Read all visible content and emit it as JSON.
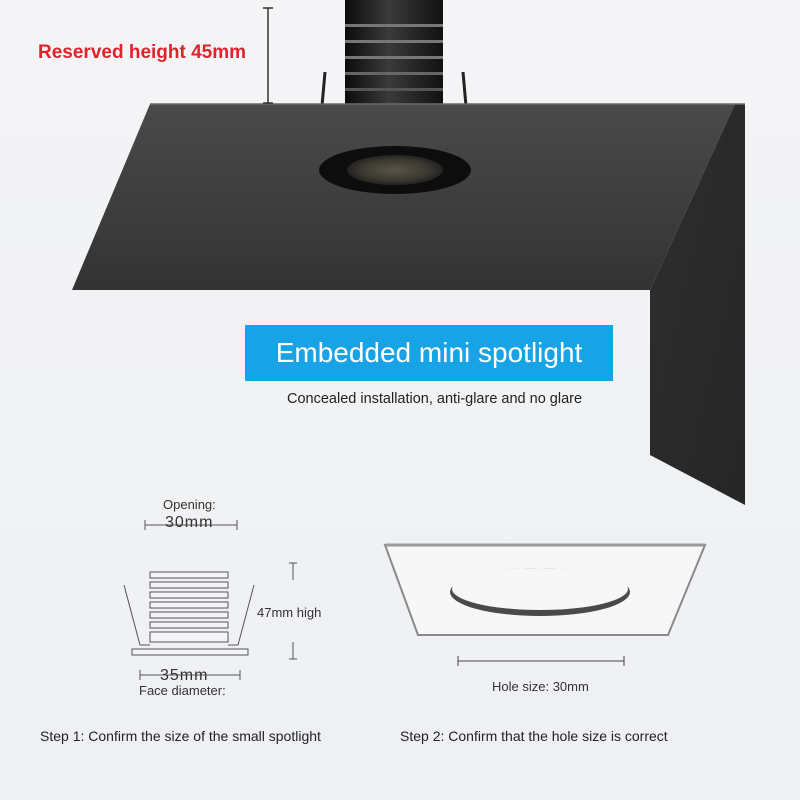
{
  "header": {
    "reserved_height": "Reserved height 45mm"
  },
  "banner": {
    "title": "Embedded mini spotlight",
    "subtitle": "Concealed installation, anti-glare and no glare"
  },
  "step1": {
    "opening_label": "Opening:",
    "opening_value": "30mm",
    "height_label": "47mm high",
    "face_value": "35mm",
    "face_label": "Face diameter:",
    "caption": "Step 1: Confirm the size of the small spotlight"
  },
  "step2": {
    "hole_label": "Hole size: 30mm",
    "caption": "Step 2: Confirm that the hole size is correct"
  },
  "colors": {
    "accent": "#17a3e6",
    "warning_text": "#e0232b",
    "panel": "#3a3a3a"
  }
}
